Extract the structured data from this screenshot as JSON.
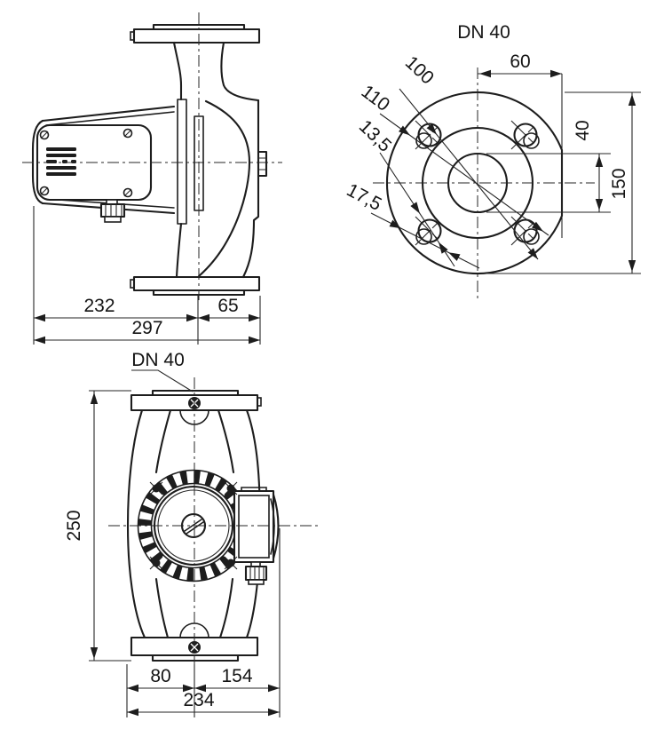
{
  "drawing": {
    "background": "#ffffff",
    "line_color": "#1d1d1d",
    "side_view": {
      "dim_motor_side": "232",
      "dim_port_side": "65",
      "dim_total_length": "297"
    },
    "flange_view": {
      "title": "DN 40",
      "dim_center_to_edge": "60",
      "dim_bolt_circle_inner": "100",
      "dim_bolt_circle_outer": "110",
      "dim_hole_diameter": "13,5",
      "dim_hole_slot_length": "17,5",
      "dim_bore_diameter": "40",
      "dim_flange_height": "150"
    },
    "front_view": {
      "port_label": "DN 40",
      "dim_overall_height": "250",
      "dim_center_to_left": "80",
      "dim_center_to_right": "154",
      "dim_total_width": "234"
    }
  }
}
